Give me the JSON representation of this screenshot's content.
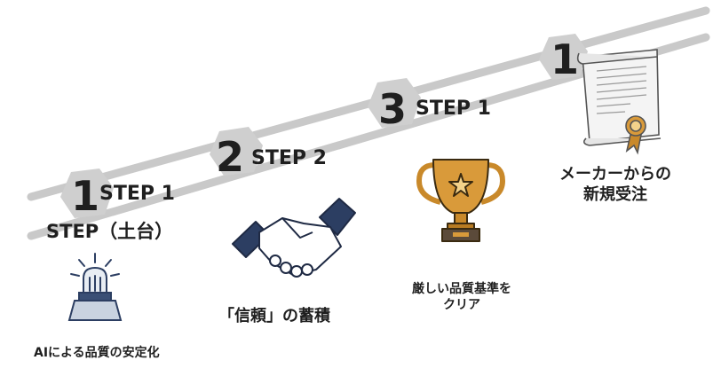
{
  "steps": [
    {
      "number": "1",
      "step": "STEP 1",
      "sub": "STEP（土台）",
      "caption": "AIによる品質の安定化"
    },
    {
      "number": "2",
      "step": "STEP 2",
      "caption": "「信頼」の蓄積"
    },
    {
      "number": "3",
      "step": "STEP 1",
      "caption_lines": [
        "厳しい品質基準を",
        "クリア"
      ]
    },
    {
      "number": "1",
      "caption_lines": [
        "メーカーからの",
        "新規受注"
      ]
    }
  ],
  "icons": [
    "warning-light-icon",
    "handshake-icon",
    "trophy-icon",
    "certificate-icon"
  ],
  "colors": {
    "stair": "#c9c9c9",
    "badge": "#cfcfcf",
    "text": "#1f1f1f",
    "navy": "#2c3e62",
    "gold": "#c9892a"
  }
}
